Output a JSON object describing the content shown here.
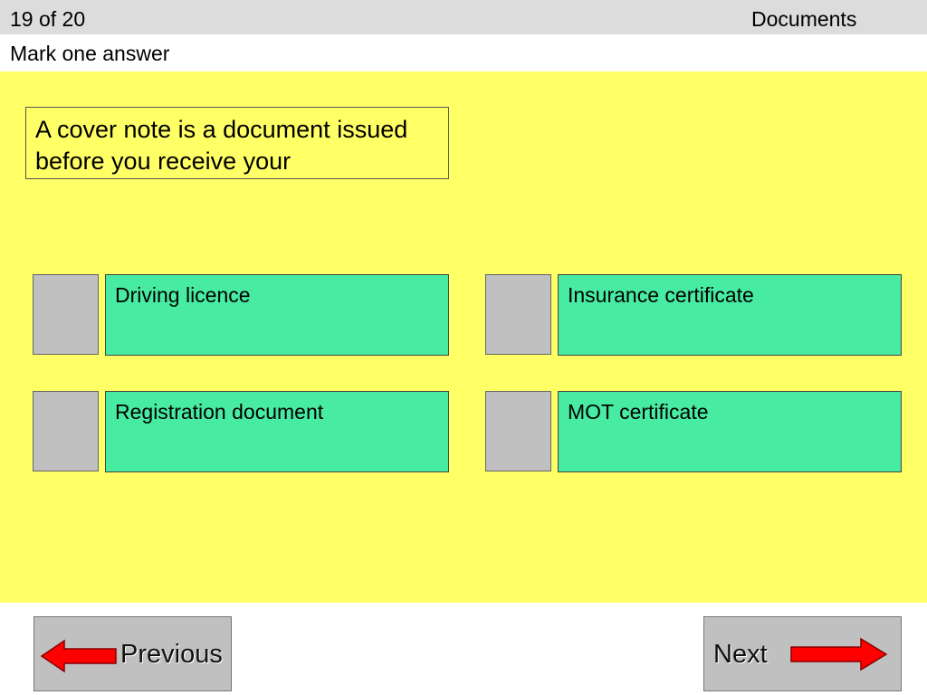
{
  "header": {
    "progress": "19 of 20",
    "topic": "Documents"
  },
  "instruction": "Mark one answer",
  "question": "A cover note is a document issued before you receive your",
  "answers": [
    {
      "label": "Driving licence"
    },
    {
      "label": "Insurance certificate"
    },
    {
      "label": "Registration document"
    },
    {
      "label": "MOT certificate"
    }
  ],
  "nav": {
    "previous_label": "Previous",
    "next_label": "Next"
  },
  "icons": {
    "previous": "left-arrow-icon",
    "next": "right-arrow-icon"
  },
  "colors": {
    "panel": "#ffff66",
    "answer": "#48eba2",
    "checkbox": "#c0c0c0",
    "header": "#dcdcdc",
    "arrow": "#ff0000"
  }
}
